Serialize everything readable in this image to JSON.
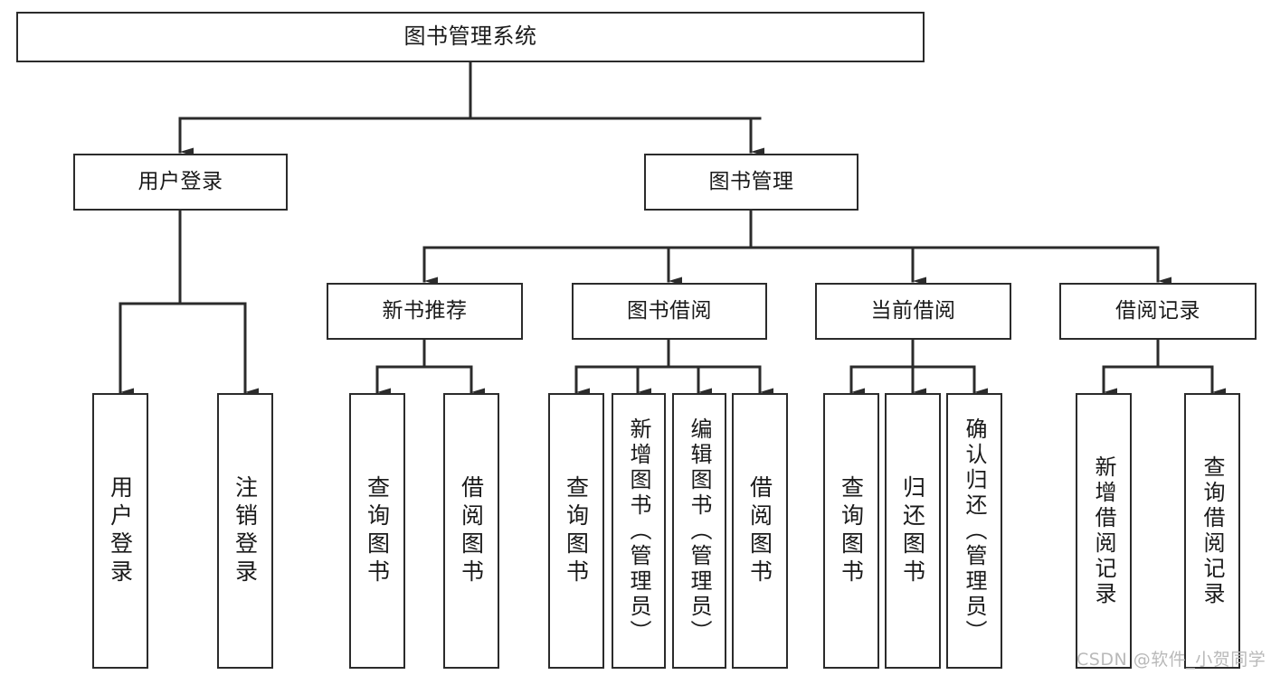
{
  "diagram": {
    "title": "图书管理系统",
    "type": "tree-hierarchy-chart",
    "colors": {
      "border": "#2b2b2b",
      "background": "#ffffff",
      "text": "#1a1a1a",
      "watermark": "#b9b9b9"
    },
    "nodes": {
      "root": {
        "label": "图书管理系统"
      },
      "level1": [
        {
          "label": "用户登录"
        },
        {
          "label": "图书管理"
        }
      ],
      "level2": [
        {
          "label": "新书推荐"
        },
        {
          "label": "图书借阅"
        },
        {
          "label": "当前借阅"
        },
        {
          "label": "借阅记录"
        }
      ],
      "leaves": {
        "user_login": [
          {
            "label": "用户登录"
          },
          {
            "label": "注销登录"
          }
        ],
        "new_book_recommend": [
          {
            "label": "查询图书"
          },
          {
            "label": "借阅图书"
          }
        ],
        "book_borrow": [
          {
            "label": "查询图书"
          },
          {
            "label": "新增图书（管理员）"
          },
          {
            "label": "编辑图书（管理员）"
          },
          {
            "label": "借阅图书"
          }
        ],
        "current_borrow": [
          {
            "label": "查询图书"
          },
          {
            "label": "归还图书"
          },
          {
            "label": "确认归还（管理员）"
          }
        ],
        "borrow_record": [
          {
            "label": "新增借阅记录"
          },
          {
            "label": "查询借阅记录"
          }
        ]
      }
    },
    "watermark": "CSDN @软件_小贺同学"
  }
}
